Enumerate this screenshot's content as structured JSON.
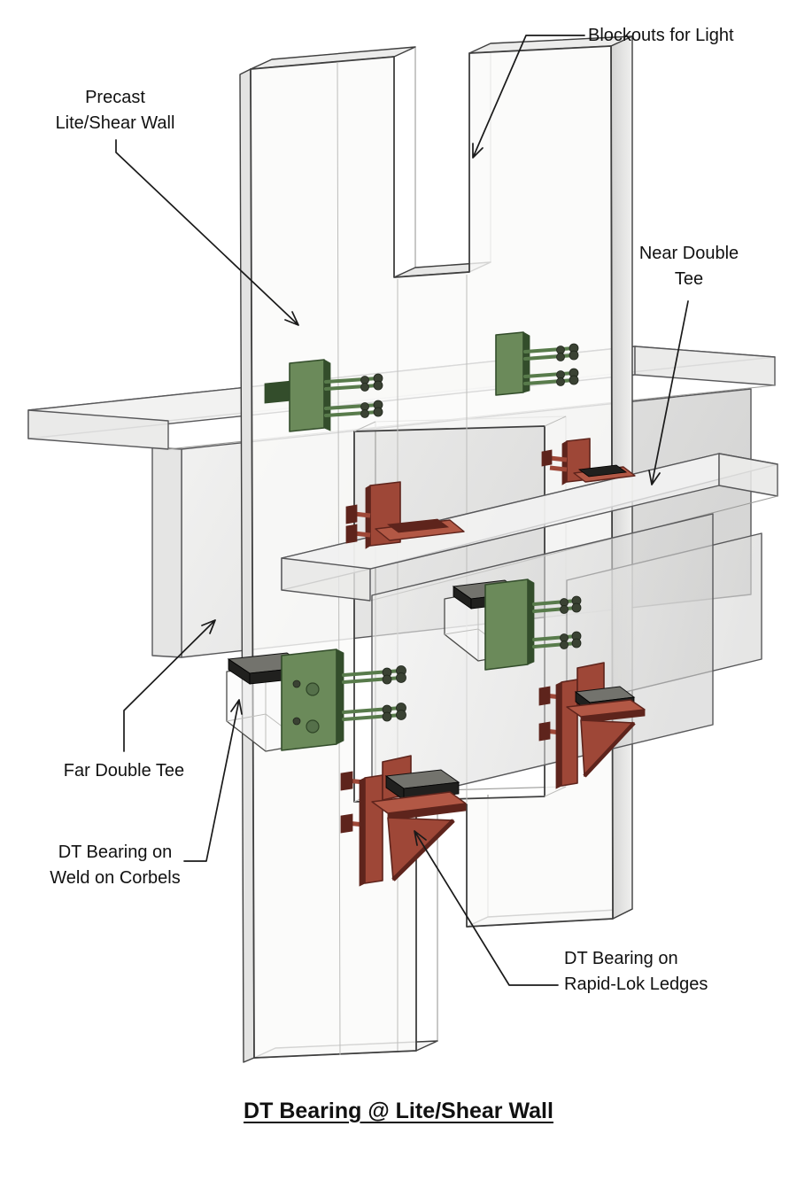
{
  "diagram": {
    "title": "DT Bearing @ Lite/Shear Wall",
    "labels": {
      "blockouts": "Blockouts for Light",
      "precast_wall": [
        "Precast",
        "Lite/Shear Wall"
      ],
      "near_double_tee": [
        "Near Double",
        "Tee"
      ],
      "far_double_tee": "Far Double Tee",
      "weld_corbels": [
        "DT Bearing on",
        "Weld on Corbels"
      ],
      "rapid_lok": [
        "DT Bearing on",
        "Rapid-Lok Ledges"
      ]
    },
    "colors": {
      "background": "#ffffff",
      "label": "#111111",
      "leader": "#1a1a1a",
      "wall_line": "#3f3f3f",
      "secondary_line": "#9b9b99",
      "green_face": "#6b8a5a",
      "green_dark": "#334d2b",
      "stud": "#587b4b",
      "stud_head": "#3a4233",
      "red_face": "#9e4737",
      "red_dark": "#5e241c",
      "red_light": "#b25845",
      "pad_top": "#73736d",
      "pad_side": "#20201e"
    }
  }
}
